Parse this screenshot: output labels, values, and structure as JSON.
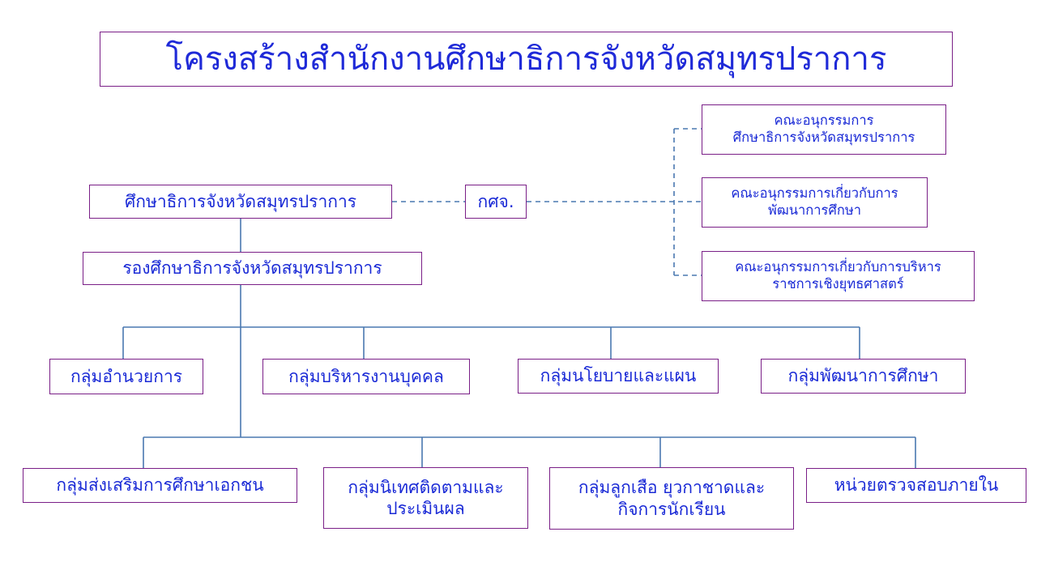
{
  "colors": {
    "text": "#1a2ad6",
    "border": "#7a1f87",
    "connector": "#4a78b0"
  },
  "title": "โครงสร้างสำนักงานศึกษาธิการจังหวัดสมุทรปราการ",
  "director": "ศึกษาธิการจังหวัดสมุทรปราการ",
  "deputy": "รองศึกษาธิการจังหวัดสมุทรปราการ",
  "committee": "กศจ.",
  "subcommittees": [
    {
      "line1": "คณะอนุกรรมการ",
      "line2": "ศึกษาธิการจังหวัดสมุทรปราการ"
    },
    {
      "line1": "คณะอนุกรรมการเกี่ยวกับการ",
      "line2": "พัฒนาการศึกษา"
    },
    {
      "line1": "คณะอนุกรรมการเกี่ยวกับการบริหาร",
      "line2": "ราชการเชิงยุทธศาสตร์"
    }
  ],
  "groups_row1": [
    "กลุ่มอำนวยการ",
    "กลุ่มบริหารงานบุคคล",
    "กลุ่มนโยบายและแผน",
    "กลุ่มพัฒนาการศึกษา"
  ],
  "groups_row2": [
    {
      "line1": "กลุ่มส่งเสริมการศึกษาเอกชน",
      "line2": ""
    },
    {
      "line1": "กลุ่มนิเทศติดตามและ",
      "line2": "ประเมินผล"
    },
    {
      "line1": "กลุ่มลูกเสือ ยุวกาชาดและ",
      "line2": "กิจการนักเรียน"
    },
    {
      "line1": "หน่วยตรวจสอบภายใน",
      "line2": ""
    }
  ]
}
